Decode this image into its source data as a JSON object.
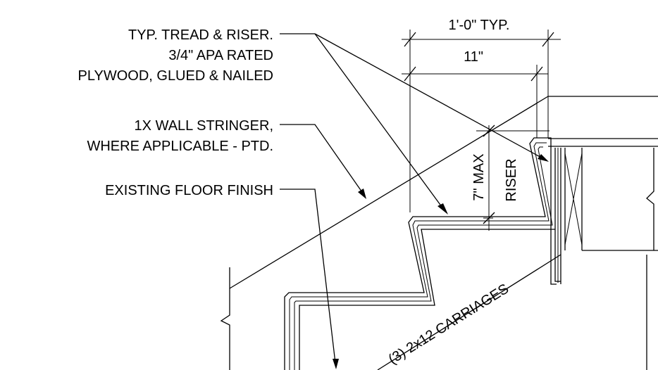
{
  "notes": {
    "tread_riser": [
      "TYP. TREAD & RISER.",
      "3/4\" APA RATED",
      "PLYWOOD, GLUED & NAILED"
    ],
    "wall_stringer": [
      "1X WALL STRINGER,",
      "WHERE APPLICABLE - PTD."
    ],
    "floor_finish": "EXISTING FLOOR FINISH"
  },
  "dimensions": {
    "typ_run": "1'-0\" TYP.",
    "tread_depth": "11\"",
    "max_rise": "7\" MAX",
    "riser": "RISER"
  },
  "carriages": "(3) 2x12 CARRIAGES"
}
